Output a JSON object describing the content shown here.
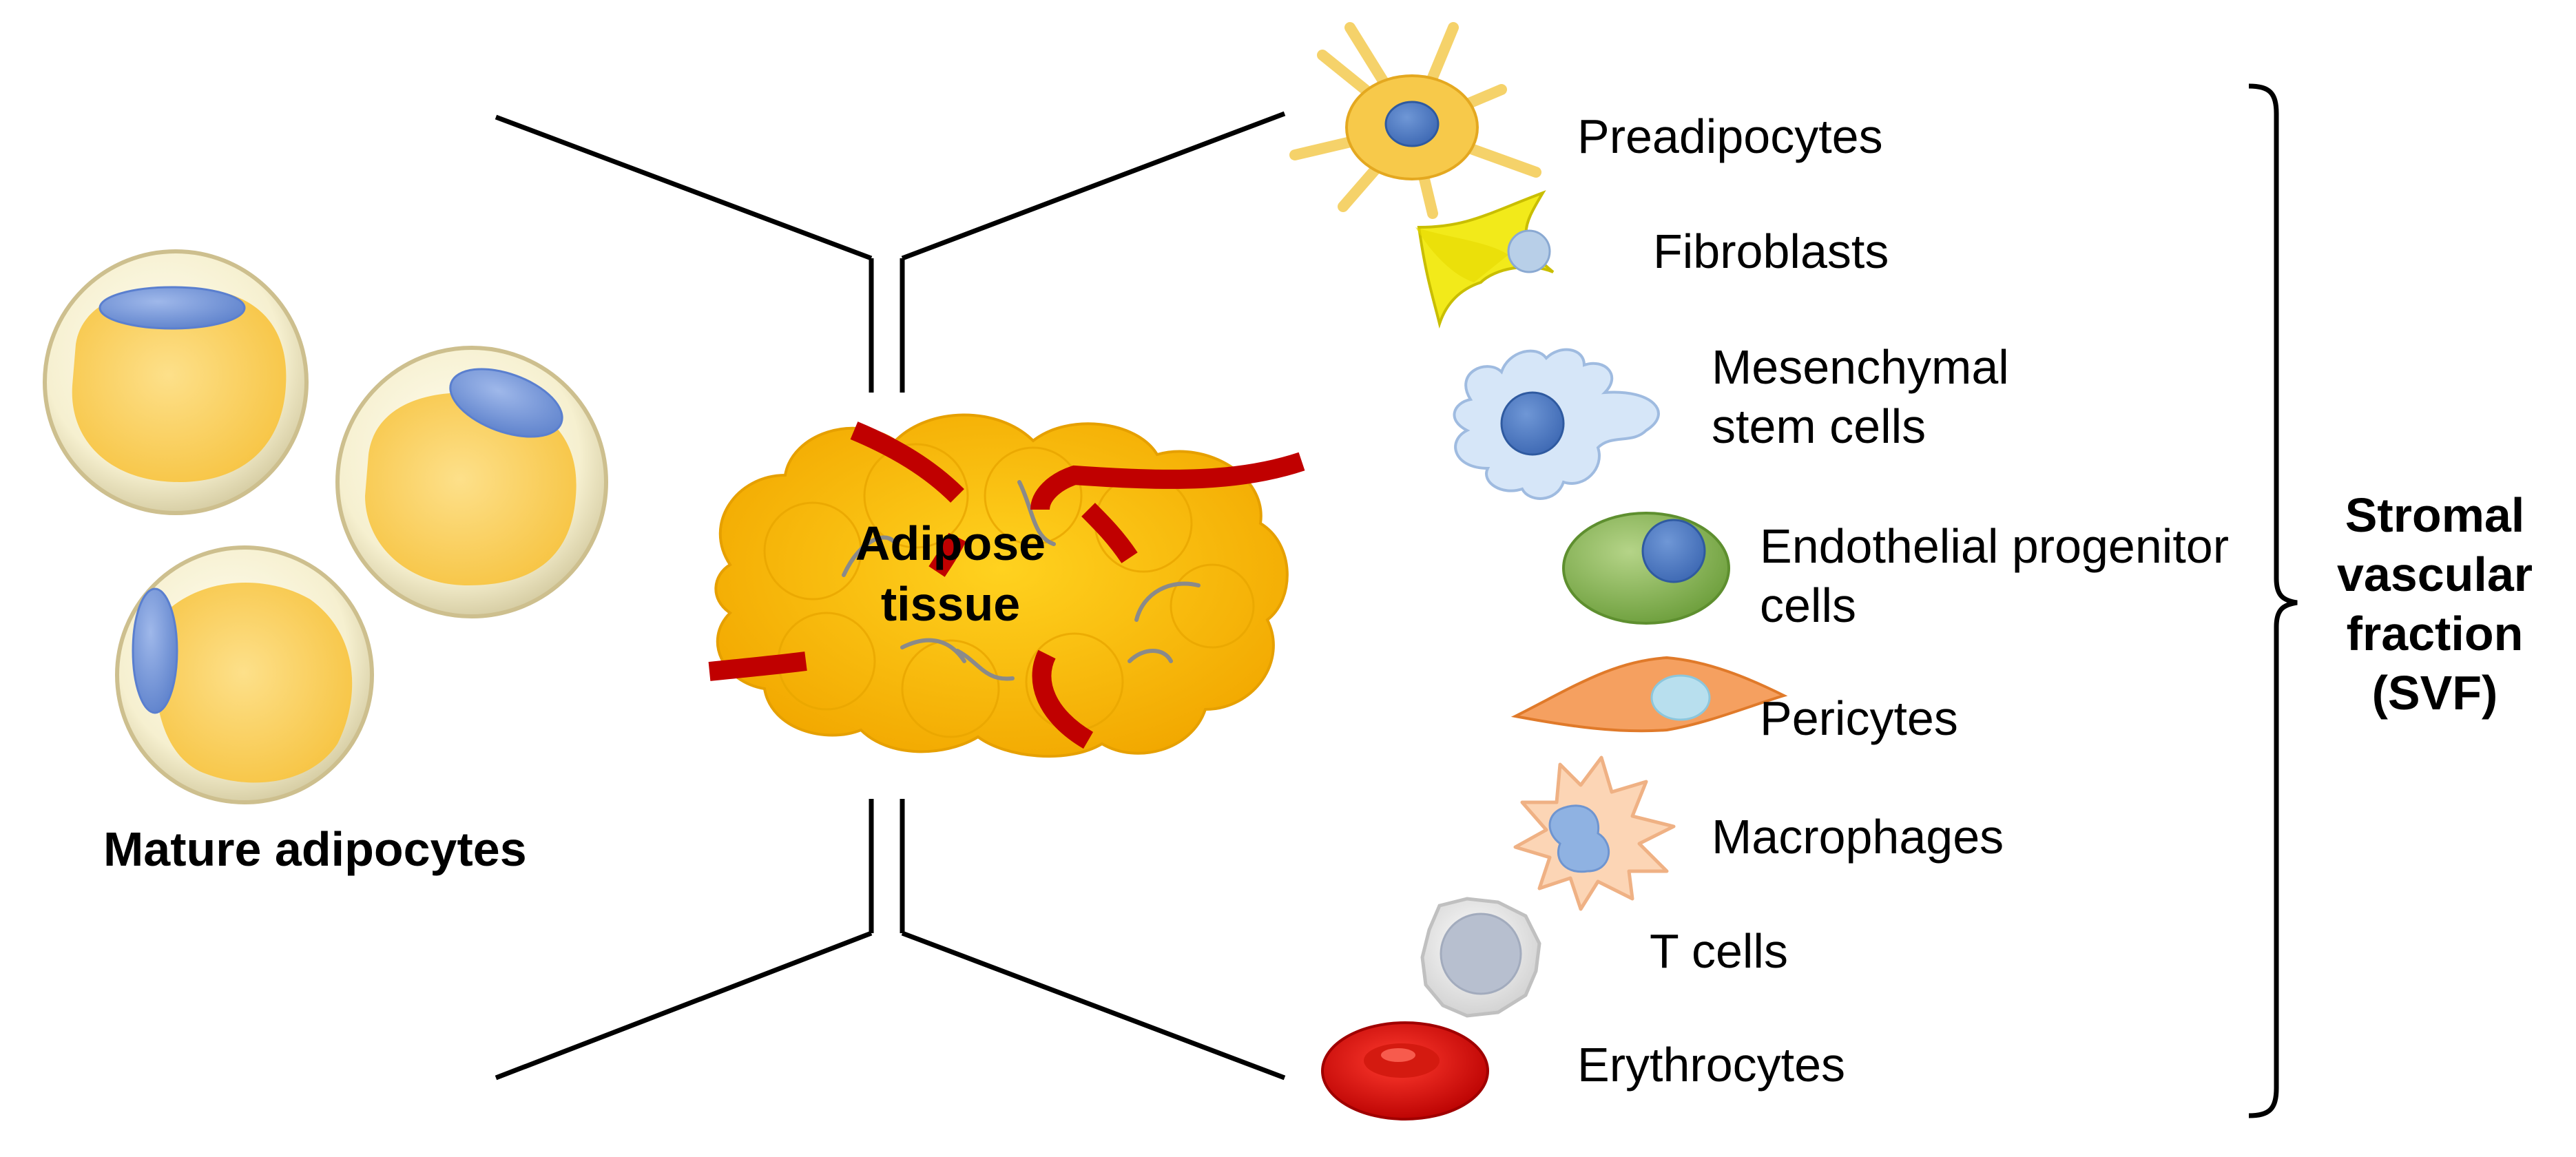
{
  "adipocytes": {
    "label": "Mature adipocytes"
  },
  "tissue": {
    "label_line1": "Adipose",
    "label_line2": "tissue"
  },
  "cells": [
    {
      "label": "Preadipocytes",
      "icon": "preadipocyte-icon"
    },
    {
      "label": "Fibroblasts",
      "icon": "fibroblast-icon"
    },
    {
      "label_line1": "Mesenchymal",
      "label_line2": "stem cells",
      "icon": "mesenchymal-stem-cell-icon"
    },
    {
      "label_line1": "Endothelial progenitor",
      "label_line2": "cells",
      "icon": "endothelial-progenitor-cell-icon"
    },
    {
      "label": "Pericytes",
      "icon": "pericyte-icon"
    },
    {
      "label": "Macrophages",
      "icon": "macrophage-icon"
    },
    {
      "label": "T cells",
      "icon": "t-cell-icon"
    },
    {
      "label": "Erythrocytes",
      "icon": "erythrocyte-icon"
    }
  ],
  "svf": {
    "line1": "Stromal",
    "line2": "vascular",
    "line3": "fraction",
    "line4": "(SVF)"
  },
  "colors": {
    "fat": "#fcd269",
    "fat_tissue": "#f7b500",
    "nucleus": "#7f9fdc",
    "vessel": "#c00000",
    "fibroblast": "#f2ea1a",
    "endothelial": "#7fb04a",
    "pericyte": "#f28a3c",
    "erythrocyte": "#d00000"
  }
}
